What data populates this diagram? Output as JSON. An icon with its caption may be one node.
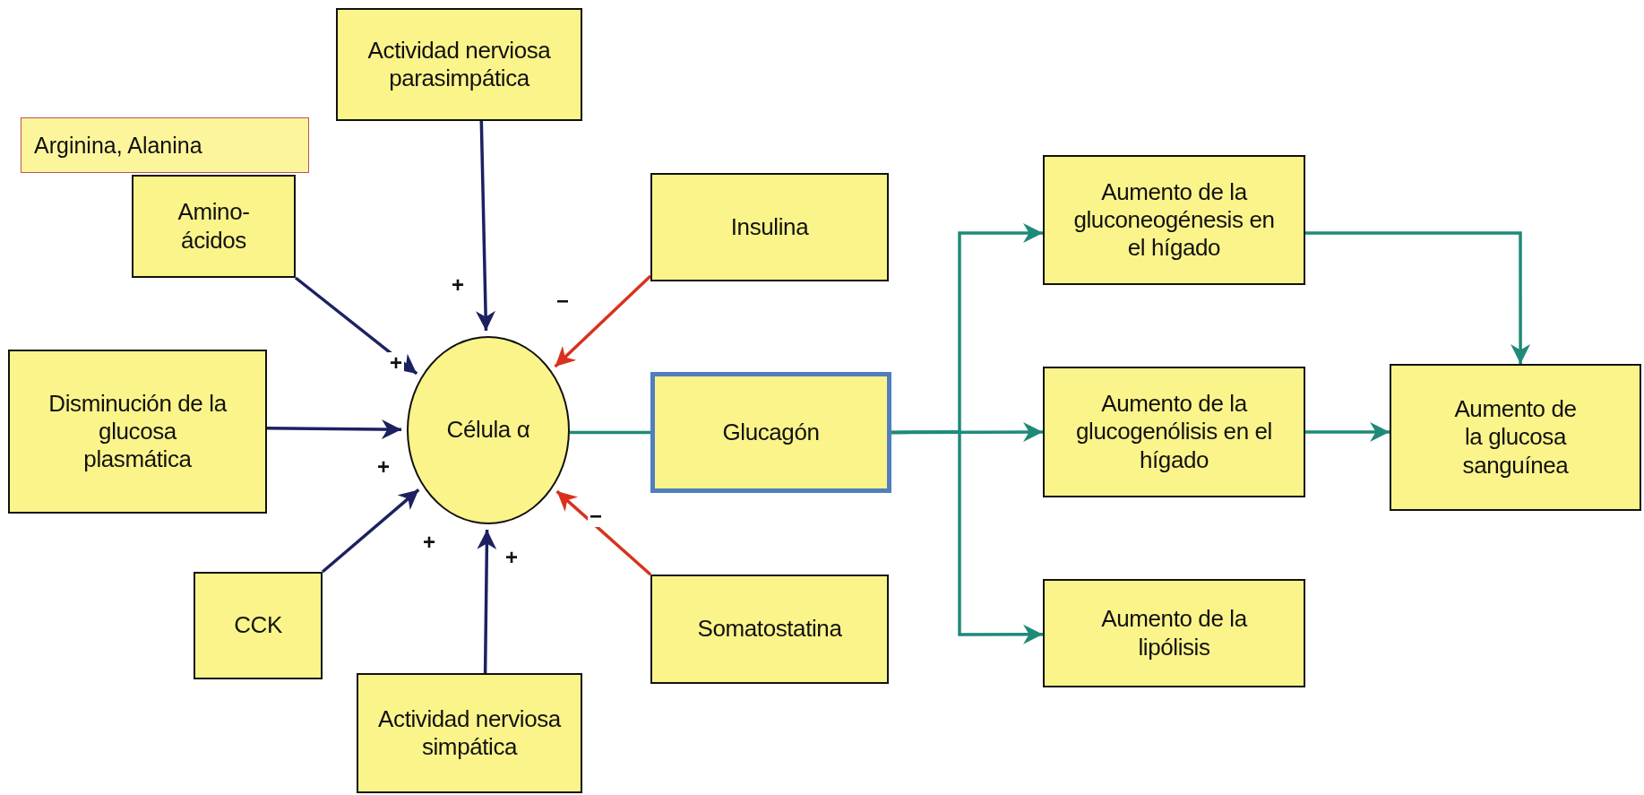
{
  "diagram": {
    "nodes": [
      {
        "text": [
          "Actividad nerviosa parasimpática"
        ]
      },
      {
        "text": [
          "Arginina, Alanina"
        ]
      },
      {
        "text": [
          "Amino- ácidos"
        ]
      },
      {
        "text": [
          "Insulina"
        ]
      },
      {
        "text": [
          "Disminución de la glucosa plasmática"
        ]
      },
      {
        "text": [
          "Célula α"
        ]
      },
      {
        "text": [
          "Glucagón"
        ]
      },
      {
        "text": [
          "CCK"
        ]
      },
      {
        "text": [
          "Somatostatina"
        ]
      },
      {
        "text": [
          "Actividad nerviosa simpática"
        ]
      },
      {
        "text": [
          "Aumento de la gluconeogénesis en el hígado"
        ]
      },
      {
        "text": [
          "Aumento de la glucogenólisis en el hígado"
        ]
      },
      {
        "text": [
          "Aumento de la lipólisis"
        ]
      },
      {
        "text": [
          "Aumento de la glucosa sanguínea"
        ]
      }
    ],
    "edges": [
      {
        "from": 0,
        "to": 5,
        "arrow": "to",
        "label": "+",
        "color": "#1c2160"
      },
      {
        "from": 2,
        "to": 5,
        "arrow": "to",
        "label": "+",
        "color": "#1c2160"
      },
      {
        "from": 3,
        "to": 5,
        "arrow": "to",
        "label": "−",
        "color": "#d8321e"
      },
      {
        "from": 4,
        "to": 5,
        "arrow": "to",
        "label": "+",
        "color": "#1c2160"
      },
      {
        "from": 7,
        "to": 5,
        "arrow": "to",
        "label": "+",
        "color": "#1c2160"
      },
      {
        "from": 9,
        "to": 5,
        "arrow": "to",
        "label": "+",
        "color": "#1c2160"
      },
      {
        "from": 8,
        "to": 5,
        "arrow": "to",
        "label": "−",
        "color": "#d8321e"
      },
      {
        "from": 5,
        "to": 6,
        "arrow": "none",
        "color": "#1f8a78"
      },
      {
        "from": 6,
        "to": 10,
        "arrow": "to",
        "color": "#1f8a78"
      },
      {
        "from": 6,
        "to": 11,
        "arrow": "to",
        "color": "#1f8a78"
      },
      {
        "from": 6,
        "to": 12,
        "arrow": "to",
        "color": "#1f8a78"
      },
      {
        "from": 10,
        "to": 13,
        "arrow": "to",
        "color": "#1f8a78"
      },
      {
        "from": 11,
        "to": 13,
        "arrow": "to",
        "color": "#1f8a78"
      }
    ]
  }
}
